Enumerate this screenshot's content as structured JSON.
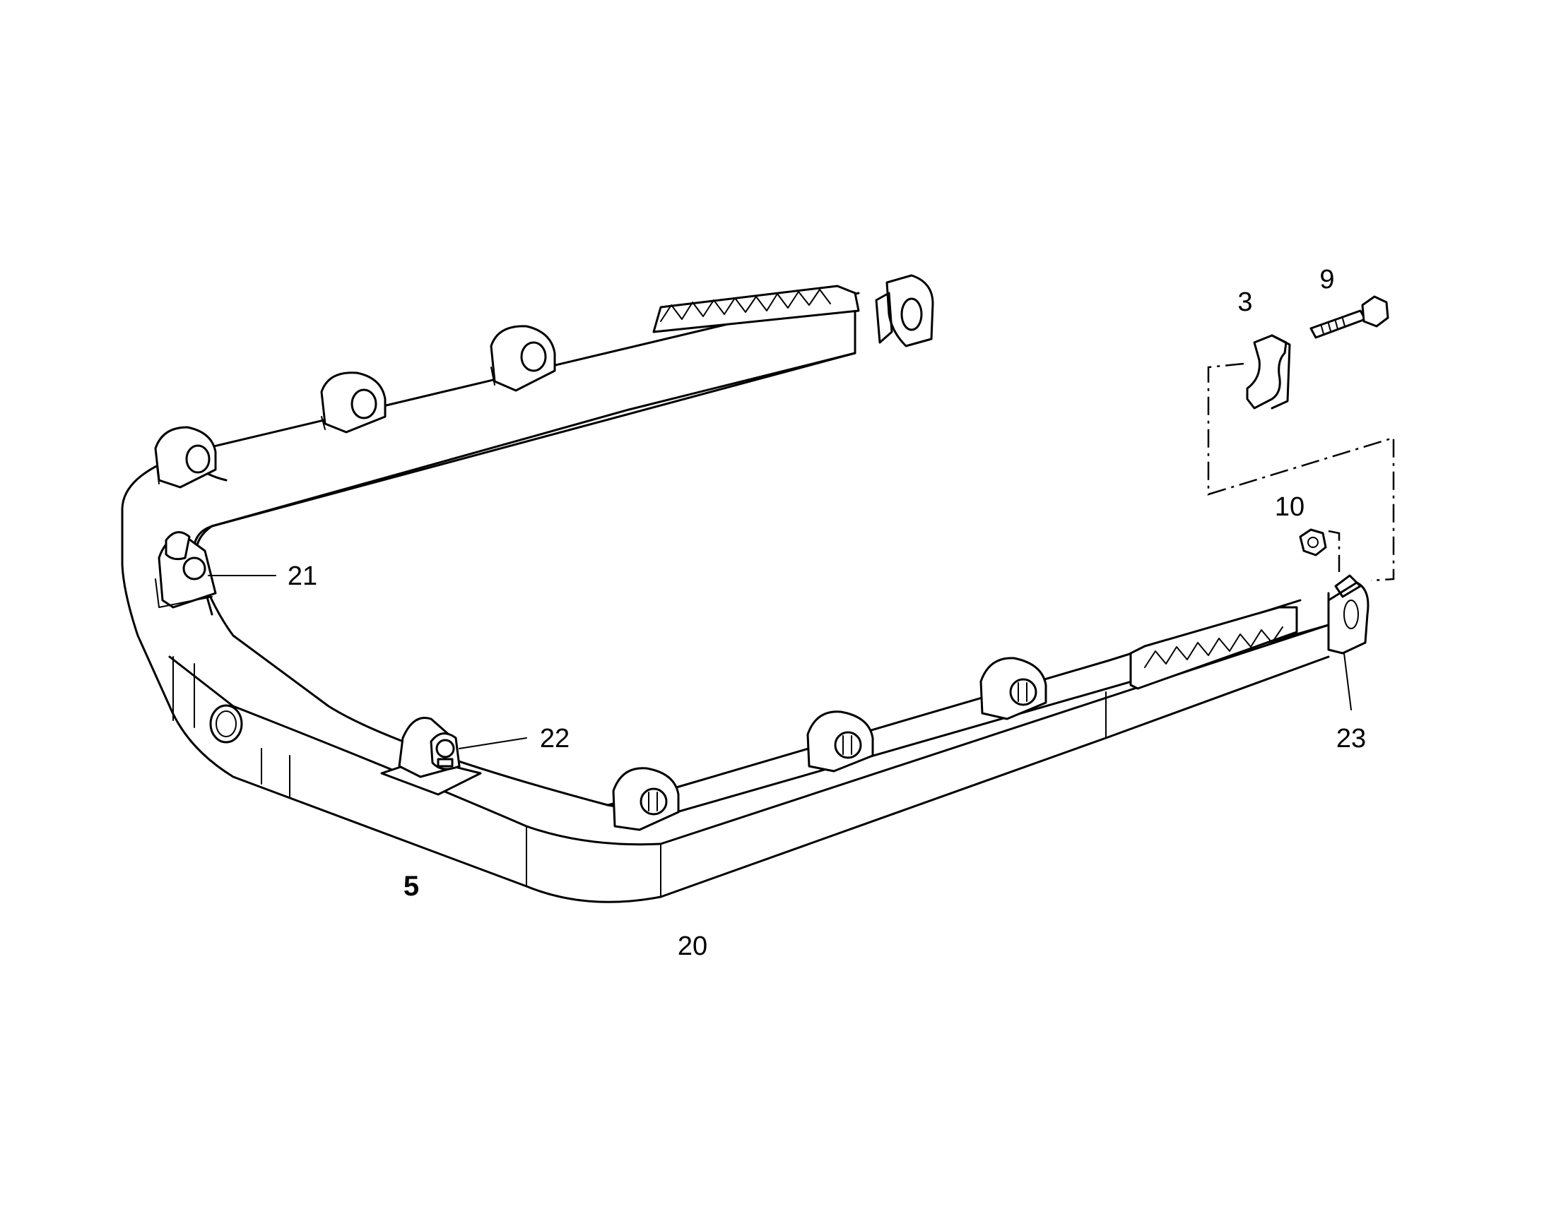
{
  "diagram": {
    "callouts": [
      {
        "id": "callout-3",
        "label": "3"
      },
      {
        "id": "callout-9",
        "label": "9"
      },
      {
        "id": "callout-10",
        "label": "10"
      },
      {
        "id": "callout-21",
        "label": "21"
      },
      {
        "id": "callout-22",
        "label": "22"
      },
      {
        "id": "callout-23",
        "label": "23"
      },
      {
        "id": "callout-5",
        "label": "5"
      },
      {
        "id": "callout-20",
        "label": "20"
      }
    ]
  }
}
